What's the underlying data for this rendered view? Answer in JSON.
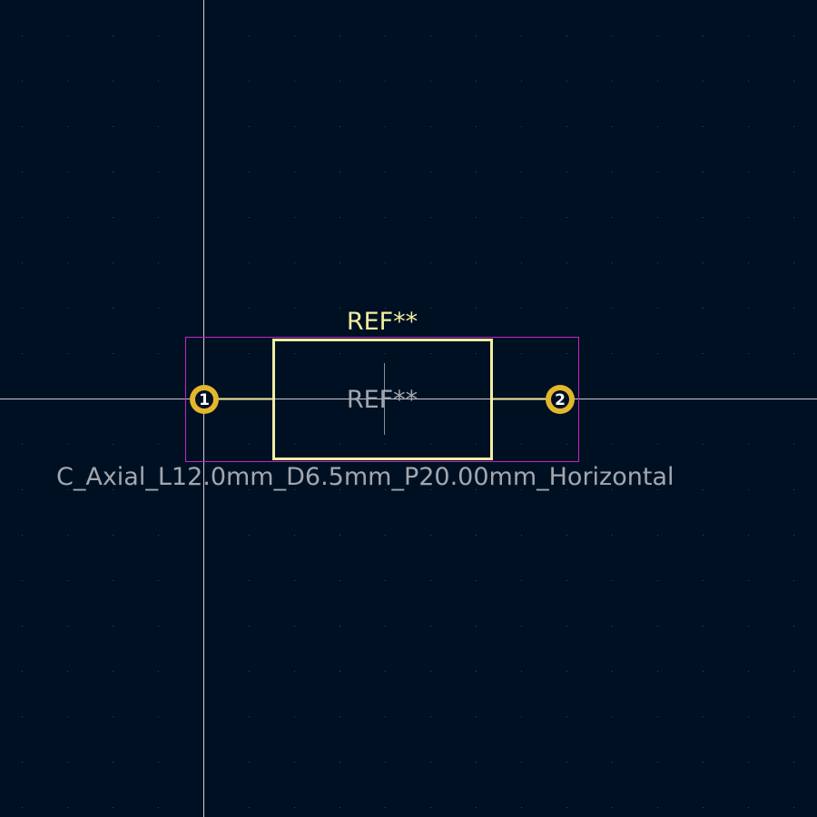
{
  "footprint": {
    "reference_silk": "REF**",
    "reference_fab": "REF**",
    "value_label": "C_Axial_L12.0mm_D6.5mm_P20.00mm_Horizontal",
    "pads": [
      {
        "number": "1"
      },
      {
        "number": "2"
      }
    ]
  },
  "colors": {
    "background": "#001023",
    "grid_dot": "#3b4656",
    "axis_line": "#c9ccd0",
    "silkscreen": "#f2eda1",
    "fab_text": "#a3a7ad",
    "courtyard": "#c026c2",
    "pad": "#e3b72d",
    "pad_drill": "#001023",
    "pad_number": "#ffffff"
  }
}
